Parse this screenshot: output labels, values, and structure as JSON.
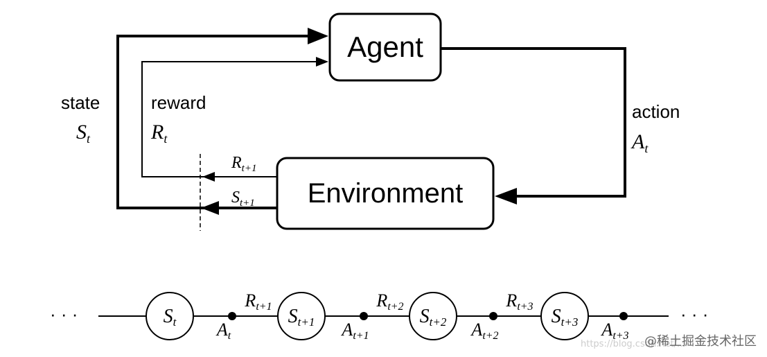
{
  "diagram": {
    "agent_label": "Agent",
    "environment_label": "Environment",
    "state_word": "state",
    "state_symbol": "S",
    "state_sub": "t",
    "reward_word": "reward",
    "reward_symbol": "R",
    "reward_sub": "t",
    "action_word": "action",
    "action_symbol": "A",
    "action_sub": "t",
    "next_reward_symbol": "R",
    "next_reward_sub": "t+1",
    "next_state_symbol": "S",
    "next_state_sub": "t+1"
  },
  "sequence": {
    "ellipsis": "· · ·",
    "states": [
      {
        "symbol": "S",
        "sub": "t"
      },
      {
        "symbol": "S",
        "sub": "t+1"
      },
      {
        "symbol": "S",
        "sub": "t+2"
      },
      {
        "symbol": "S",
        "sub": "t+3"
      }
    ],
    "actions": [
      {
        "symbol": "A",
        "sub": "t"
      },
      {
        "symbol": "A",
        "sub": "t+1"
      },
      {
        "symbol": "A",
        "sub": "t+2"
      },
      {
        "symbol": "A",
        "sub": "t+3"
      }
    ],
    "rewards": [
      {
        "symbol": "R",
        "sub": "t+1"
      },
      {
        "symbol": "R",
        "sub": "t+2"
      },
      {
        "symbol": "R",
        "sub": "t+3"
      }
    ]
  },
  "watermark": {
    "text": "@稀土掘金技术社区",
    "url_text": "https://blog.csdn.net/..."
  }
}
